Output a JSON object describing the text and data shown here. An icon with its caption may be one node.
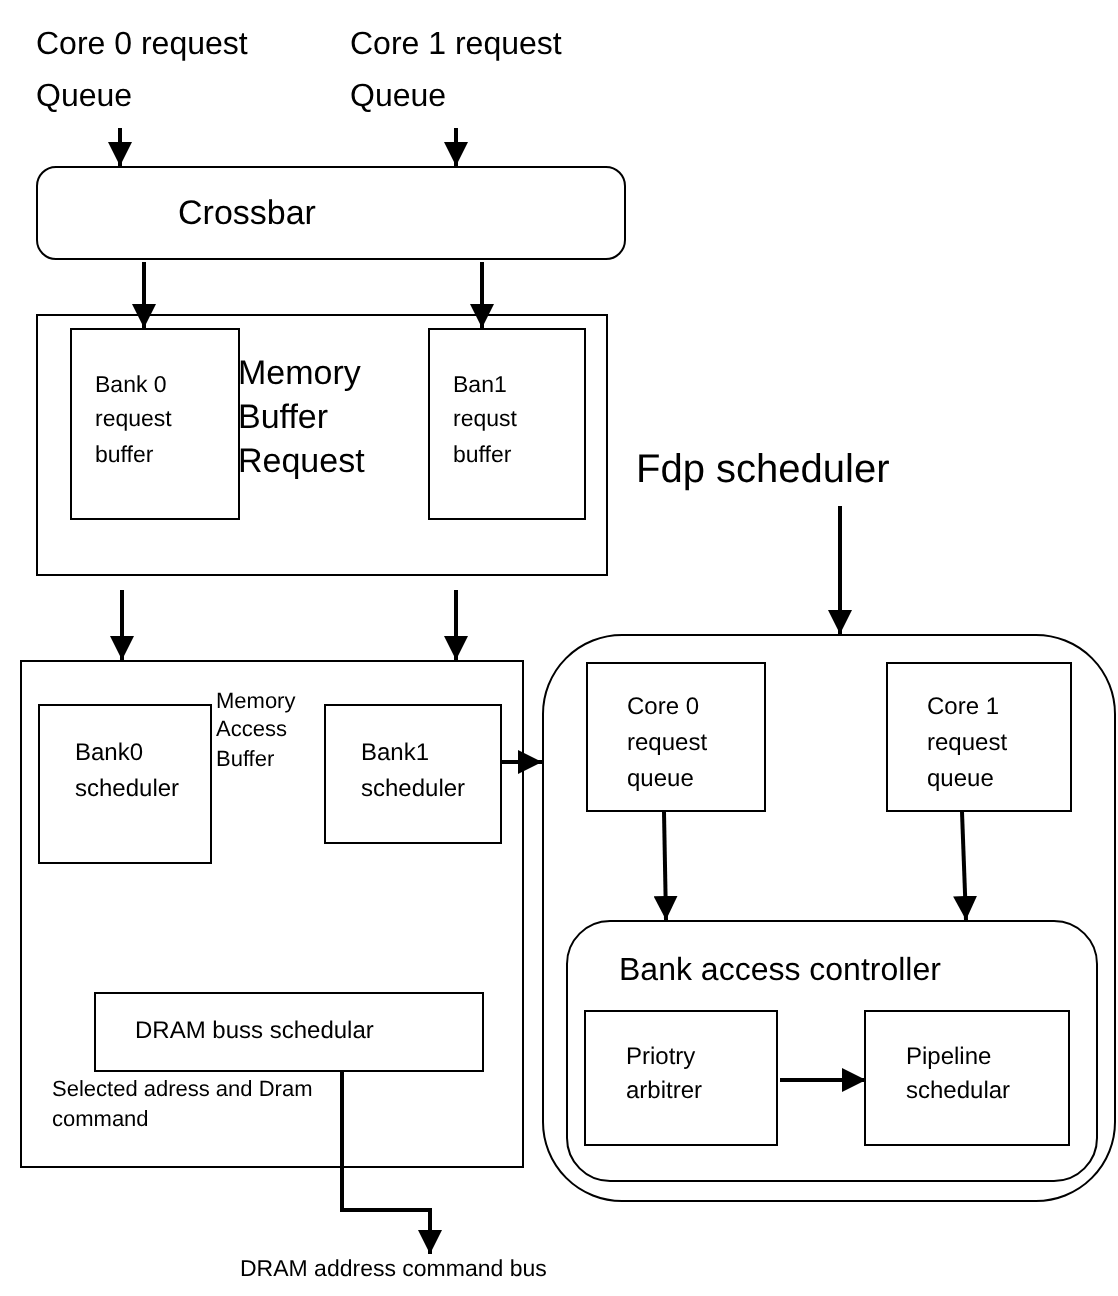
{
  "diagram": {
    "nodes": [
      {
        "text": [
          "Core 0 request Queue"
        ]
      },
      {
        "text": [
          "Core 1 request Queue"
        ]
      },
      {
        "text": [
          "Crossbar"
        ]
      },
      {
        "text": [
          "Memory Buffer Request"
        ]
      },
      {
        "text": [
          "Bank 0 request buffer"
        ],
        "in": 3
      },
      {
        "text": [
          "Ban1 requst buffer"
        ],
        "in": 3
      },
      {
        "text": [
          "Fdp scheduler"
        ]
      },
      {
        "text": [
          "Memory Access Buffer"
        ]
      },
      {
        "text": [
          "Bank0 scheduler"
        ],
        "in": 7
      },
      {
        "text": [
          "Bank1 scheduler"
        ],
        "in": 7
      },
      {
        "text": [
          "DRAM buss schedular"
        ],
        "in": 7
      },
      {
        "text": [],
        "shape": "box"
      },
      {
        "text": [
          "Core 0 request queue"
        ],
        "in": 11
      },
      {
        "text": [
          "Core 1 request queue"
        ],
        "in": 11
      },
      {
        "text": [
          "Bank access controller"
        ],
        "in": 11
      },
      {
        "text": [
          "Priotry arbitrer"
        ],
        "in": 14
      },
      {
        "text": [
          "Pipeline schedular"
        ],
        "in": 14
      },
      {
        "text": [
          "DRAM address command bus"
        ]
      }
    ],
    "edges": [
      {
        "from": 0,
        "to": 2,
        "arrow": "to"
      },
      {
        "from": 1,
        "to": 2,
        "arrow": "to"
      },
      {
        "from": 2,
        "to": 4,
        "arrow": "to"
      },
      {
        "from": 2,
        "to": 5,
        "arrow": "to"
      },
      {
        "from": 3,
        "to": 7,
        "arrow": "to"
      },
      {
        "from": 3,
        "to": 7,
        "arrow": "to"
      },
      {
        "from": 6,
        "to": 11,
        "arrow": "to"
      },
      {
        "from": 9,
        "to": 11,
        "arrow": "to"
      },
      {
        "from": 12,
        "to": 14,
        "arrow": "to"
      },
      {
        "from": 13,
        "to": 14,
        "arrow": "to"
      },
      {
        "from": 15,
        "to": 16,
        "arrow": "to"
      },
      {
        "from": 10,
        "to": 17,
        "arrow": "to"
      }
    ],
    "labels": [
      "Selected adress and Dram command"
    ]
  }
}
